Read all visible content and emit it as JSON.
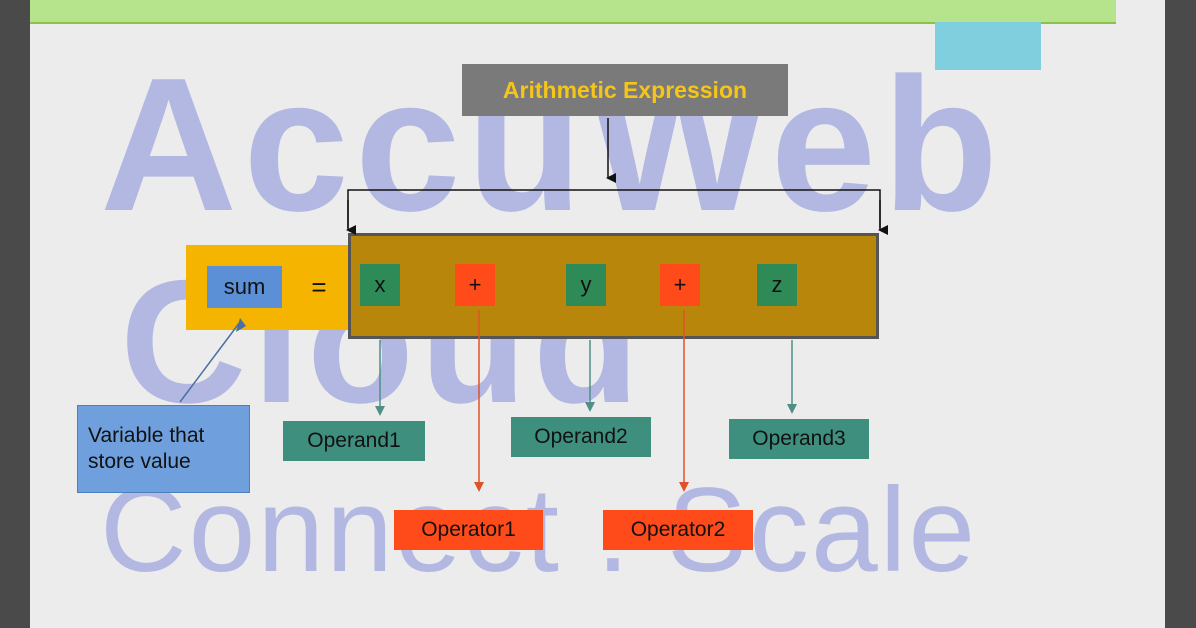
{
  "diagram": {
    "title": "Arithmetic Expression",
    "assignment": {
      "variable": "sum",
      "equals": "="
    },
    "expression": {
      "x": "x",
      "op1": "+",
      "y": "y",
      "op2": "+",
      "z": "z"
    },
    "note": {
      "line1": "Variable that",
      "line2": "store value"
    },
    "operands": [
      "Operand1",
      "Operand2",
      "Operand3"
    ],
    "operators": [
      "Operator1",
      "Operator2"
    ]
  },
  "watermark": {
    "line1": "AccuWeb",
    "line2": "Cloud",
    "line3": "Connect . Scale"
  },
  "colors": {
    "title_text": "#f5c518",
    "expression_bg": "#b8860b",
    "band": "#f4b400",
    "operand": "#2e8b57",
    "operator": "#ff4a1a",
    "variable": "#5b8fd6"
  }
}
